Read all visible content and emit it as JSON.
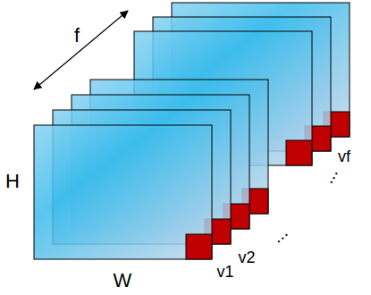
{
  "diagram": {
    "labels": [
      "f",
      "H",
      "W",
      "v1",
      "v2",
      "...",
      "...",
      "vf"
    ]
  }
}
